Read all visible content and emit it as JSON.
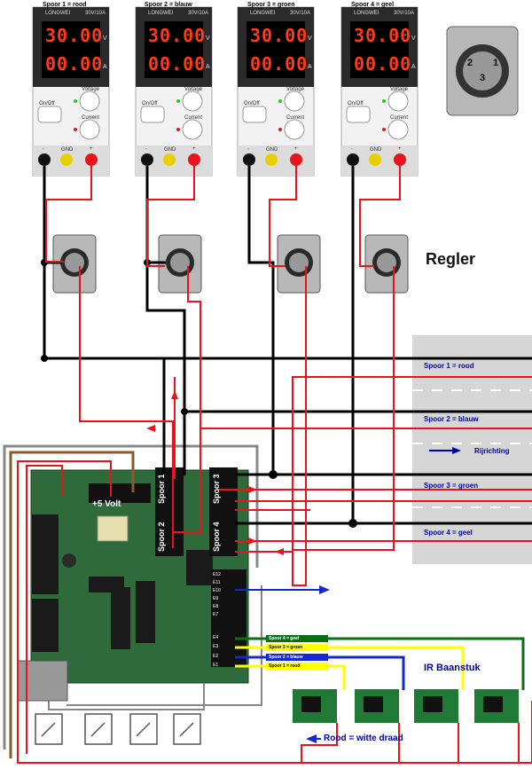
{
  "psus": [
    {
      "title": "Spoor 1 = rood",
      "voltage": "30.00",
      "current": "00.00",
      "brand": "LONGWEI",
      "model": "30V/10A"
    },
    {
      "title": "Spoor 2 = blauw",
      "voltage": "30.00",
      "current": "00.00",
      "brand": "LONGWEI",
      "model": "30V/10A"
    },
    {
      "title": "Spoor 3 = groen",
      "voltage": "30.00",
      "current": "00.00",
      "brand": "LONGWEI",
      "model": "30V/10A"
    },
    {
      "title": "Spoor 4 = geel",
      "voltage": "30.00",
      "current": "00.00",
      "brand": "LONGWEI",
      "model": "30V/10A"
    }
  ],
  "psu_labels": {
    "volt_unit": "V",
    "amp_unit": "A",
    "onoff": "On/Off",
    "voltage": "Voltage",
    "current": "Current",
    "gnd": "GND",
    "minus": "-",
    "plus": "+"
  },
  "xlr_pins": {
    "p1": "1",
    "p2": "2",
    "p3": "3"
  },
  "regler_label": "Regler",
  "road_labels": [
    "Spoor 1 = rood",
    "Spoor 2 = blauw",
    "Spoor 3 = groen",
    "Spoor 4 = geel"
  ],
  "direction_label": "Rijrichting",
  "board": {
    "supply_label": "+5 Volt",
    "spoor_labels": [
      "Spoor 1",
      "Spoor 2",
      "Spoor 3",
      "Spoor 4"
    ],
    "pins_top": [
      "E12",
      "E11",
      "E10",
      "E9",
      "E8",
      "E7"
    ],
    "pins_bottom": [
      "E4",
      "E3",
      "E2",
      "E1"
    ]
  },
  "sensor_tags": [
    "Spoor 4 = geel",
    "Spoor 3 = groen",
    "Spoor 2 = blauw",
    "Spoor 1 = rood"
  ],
  "ir_label": "IR Baanstuk",
  "white_wire_label": "Rood = witte draad",
  "colors": {
    "red": "#e8141c",
    "black": "#000000",
    "blue": "#1428d2",
    "green": "#0a6e14",
    "yellow": "#ffff00",
    "grey": "#888888",
    "brown": "#8b5a2b",
    "pcb": "#2f6b3a",
    "road": "#d4d4d4"
  }
}
